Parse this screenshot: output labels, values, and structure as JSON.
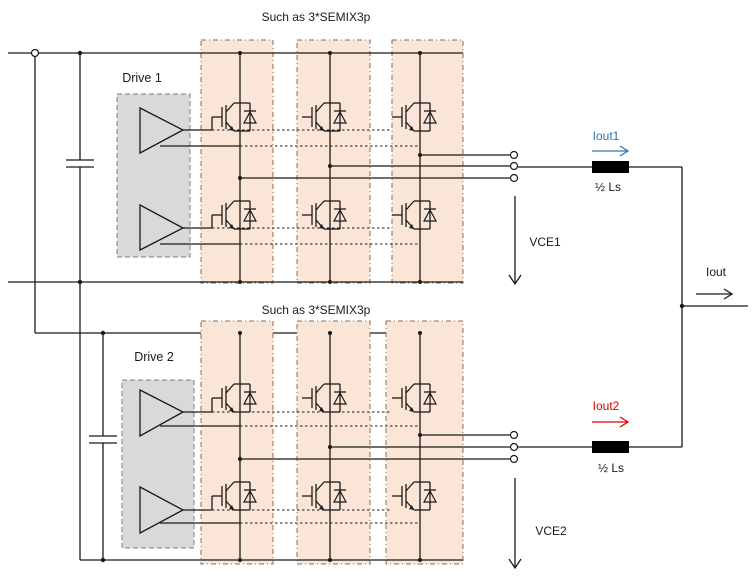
{
  "module_group_top_label": "Such as 3*SEMIX3p",
  "module_group_bottom_label": "Such as 3*SEMIX3p",
  "drive1_label": "Drive 1",
  "drive2_label": "Drive 2",
  "iout1_label": "Iout1",
  "iout2_label": "Iout2",
  "inductor_top_label": "½ Ls",
  "inductor_bottom_label": "½ Ls",
  "iout_label": "Iout",
  "vce1_label": "VCE1",
  "vce2_label": "VCE2",
  "colors": {
    "module_fill": "#fbe5d6",
    "drive_fill": "#d9d9d9",
    "iout1_arrow": "#2e75b6",
    "iout2_arrow": "#e00000",
    "wire": "#1a1a1a"
  }
}
